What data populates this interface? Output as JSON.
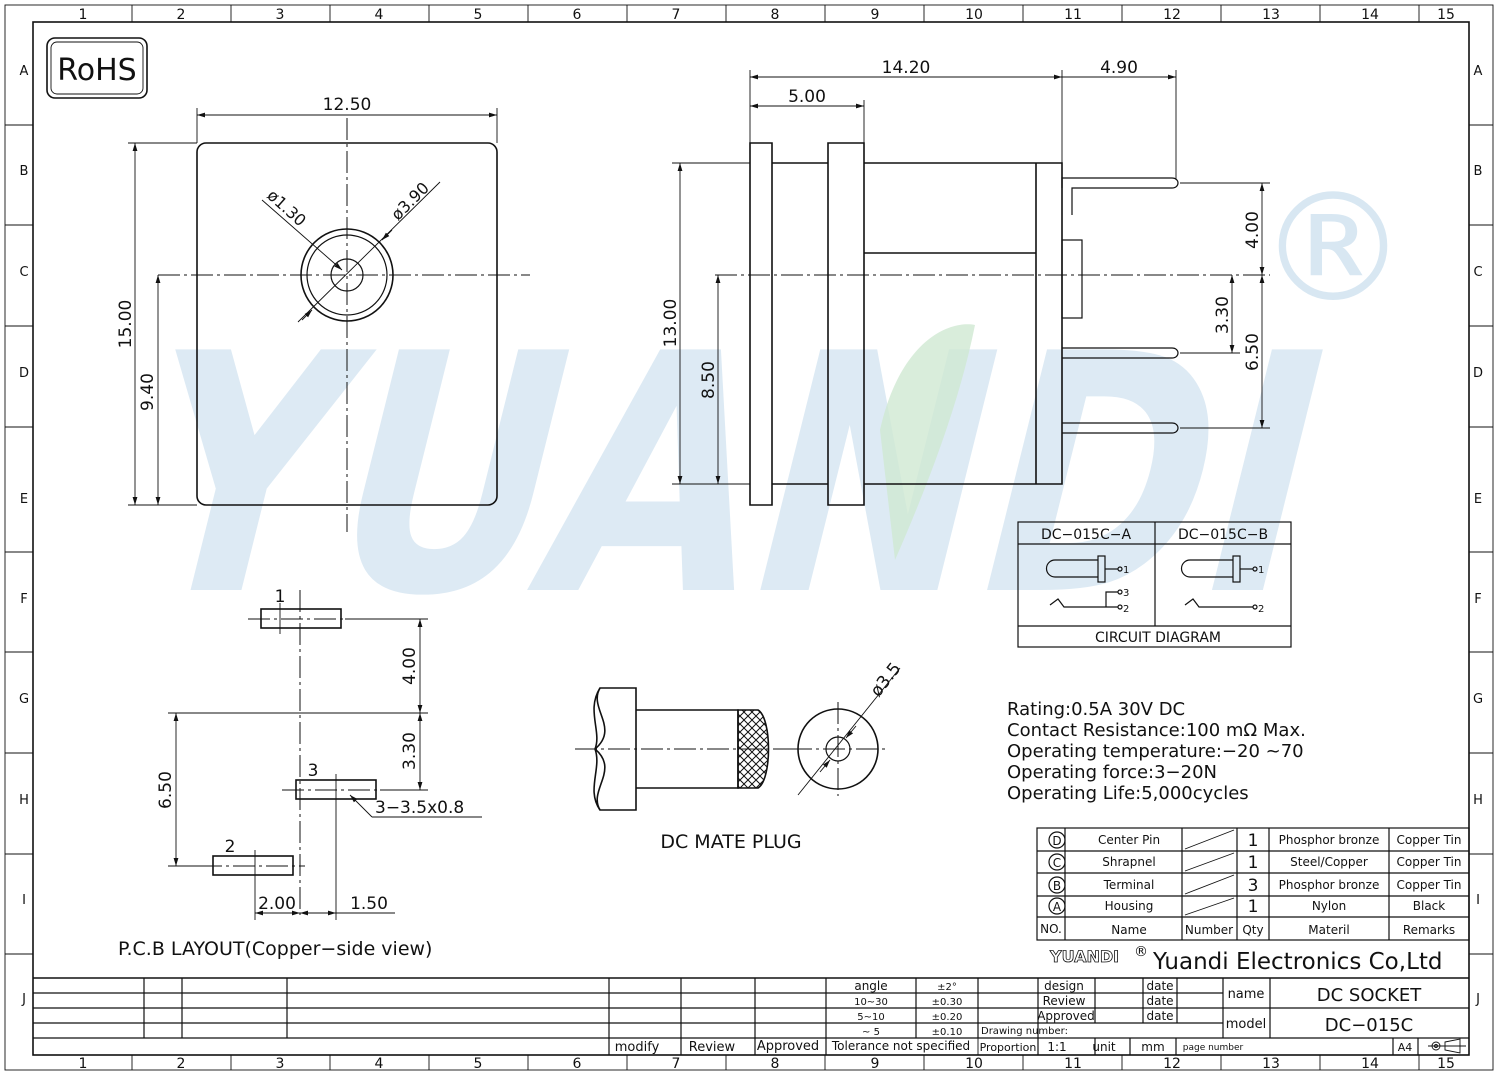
{
  "border": {
    "columns": [
      "1",
      "2",
      "3",
      "4",
      "5",
      "6",
      "7",
      "8",
      "9",
      "10",
      "11",
      "12",
      "13",
      "14",
      "15"
    ],
    "rows": [
      "A",
      "B",
      "C",
      "D",
      "E",
      "F",
      "G",
      "H",
      "I",
      "J"
    ]
  },
  "rohs": "RoHS",
  "watermark": {
    "text": "YUANDI",
    "registered": "®"
  },
  "front_view": {
    "width": "12.50",
    "height": "15.00",
    "center_height": "9.40",
    "pin_dia": "ø1.30",
    "bore_dia": "ø3.90"
  },
  "side_view": {
    "overall_length": "14.20",
    "pin_length": "4.90",
    "flange": "5.00",
    "height": "13.00",
    "center_height": "8.50",
    "pin_gap_top": "4.00",
    "pin_gap_mid": "3.30",
    "pin_gap_total": "6.50"
  },
  "circuit": {
    "variant_a": "DC−015C−A",
    "variant_b": "DC−015C−B",
    "caption": "CIRCUIT DIAGRAM",
    "pin1": "1",
    "pin2": "2",
    "pin3": "3"
  },
  "pcb": {
    "pad1": "1",
    "pad2": "2",
    "pad3": "3",
    "pitch_top": "4.00",
    "pitch_mid": "3.30",
    "pitch_total": "6.50",
    "offset_left": "2.00",
    "offset_right": "1.50",
    "slot": "3−3.5x0.8",
    "caption": "P.C.B LAYOUT(Copper−side view)"
  },
  "plug": {
    "diameter": "ø3.5",
    "caption": "DC MATE PLUG"
  },
  "specs": [
    "Rating:0.5A 30V DC",
    "Contact Resistance:100 mΩ Max.",
    "Operating temperature:−20 ~70",
    "Operating force:3−20N",
    "Operating Life:5,000cycles"
  ],
  "parts": {
    "rows": [
      {
        "id": "D",
        "name": "Center Pin",
        "qty": "1",
        "material": "Phosphor bronze",
        "remark": "Copper Tin"
      },
      {
        "id": "C",
        "name": "Shrapnel",
        "qty": "1",
        "material": "Steel/Copper",
        "remark": "Copper Tin"
      },
      {
        "id": "B",
        "name": "Terminal",
        "qty": "3",
        "material": "Phosphor bronze",
        "remark": "Copper Tin"
      },
      {
        "id": "A",
        "name": "Housing",
        "qty": "1",
        "material": "Nylon",
        "remark": "Black"
      }
    ],
    "header": {
      "no": "NO.",
      "name": "Name",
      "number": "Number",
      "qty": "Qty",
      "material": "Materil",
      "remarks": "Remarks"
    }
  },
  "title_block": {
    "logo": "YUANDI",
    "logo_mark": "®",
    "company": "Yuandi Electronics Co,Ltd",
    "design": "design",
    "review": "Review",
    "approved": "Approved",
    "date": "date",
    "name_label": "name",
    "name_value": "DC SOCKET",
    "model_label": "model",
    "model_value": "DC−015C",
    "drawing_number": "Drawing number:",
    "proportion": "Proportion",
    "scale": "1:1",
    "unit": "unit",
    "unit_value": "mm",
    "page_number": "page number",
    "paper": "A4"
  },
  "tolerance": {
    "rows": [
      {
        "range": "angle",
        "value": "±2°"
      },
      {
        "range": "10~30",
        "value": "±0.30"
      },
      {
        "range": "5~10",
        "value": "±0.20"
      },
      {
        "range": "~ 5",
        "value": "±0.10"
      }
    ],
    "caption": "Tolerance not specified"
  },
  "revision": {
    "modify": "modify",
    "review": "Review",
    "approved": "Approved"
  }
}
